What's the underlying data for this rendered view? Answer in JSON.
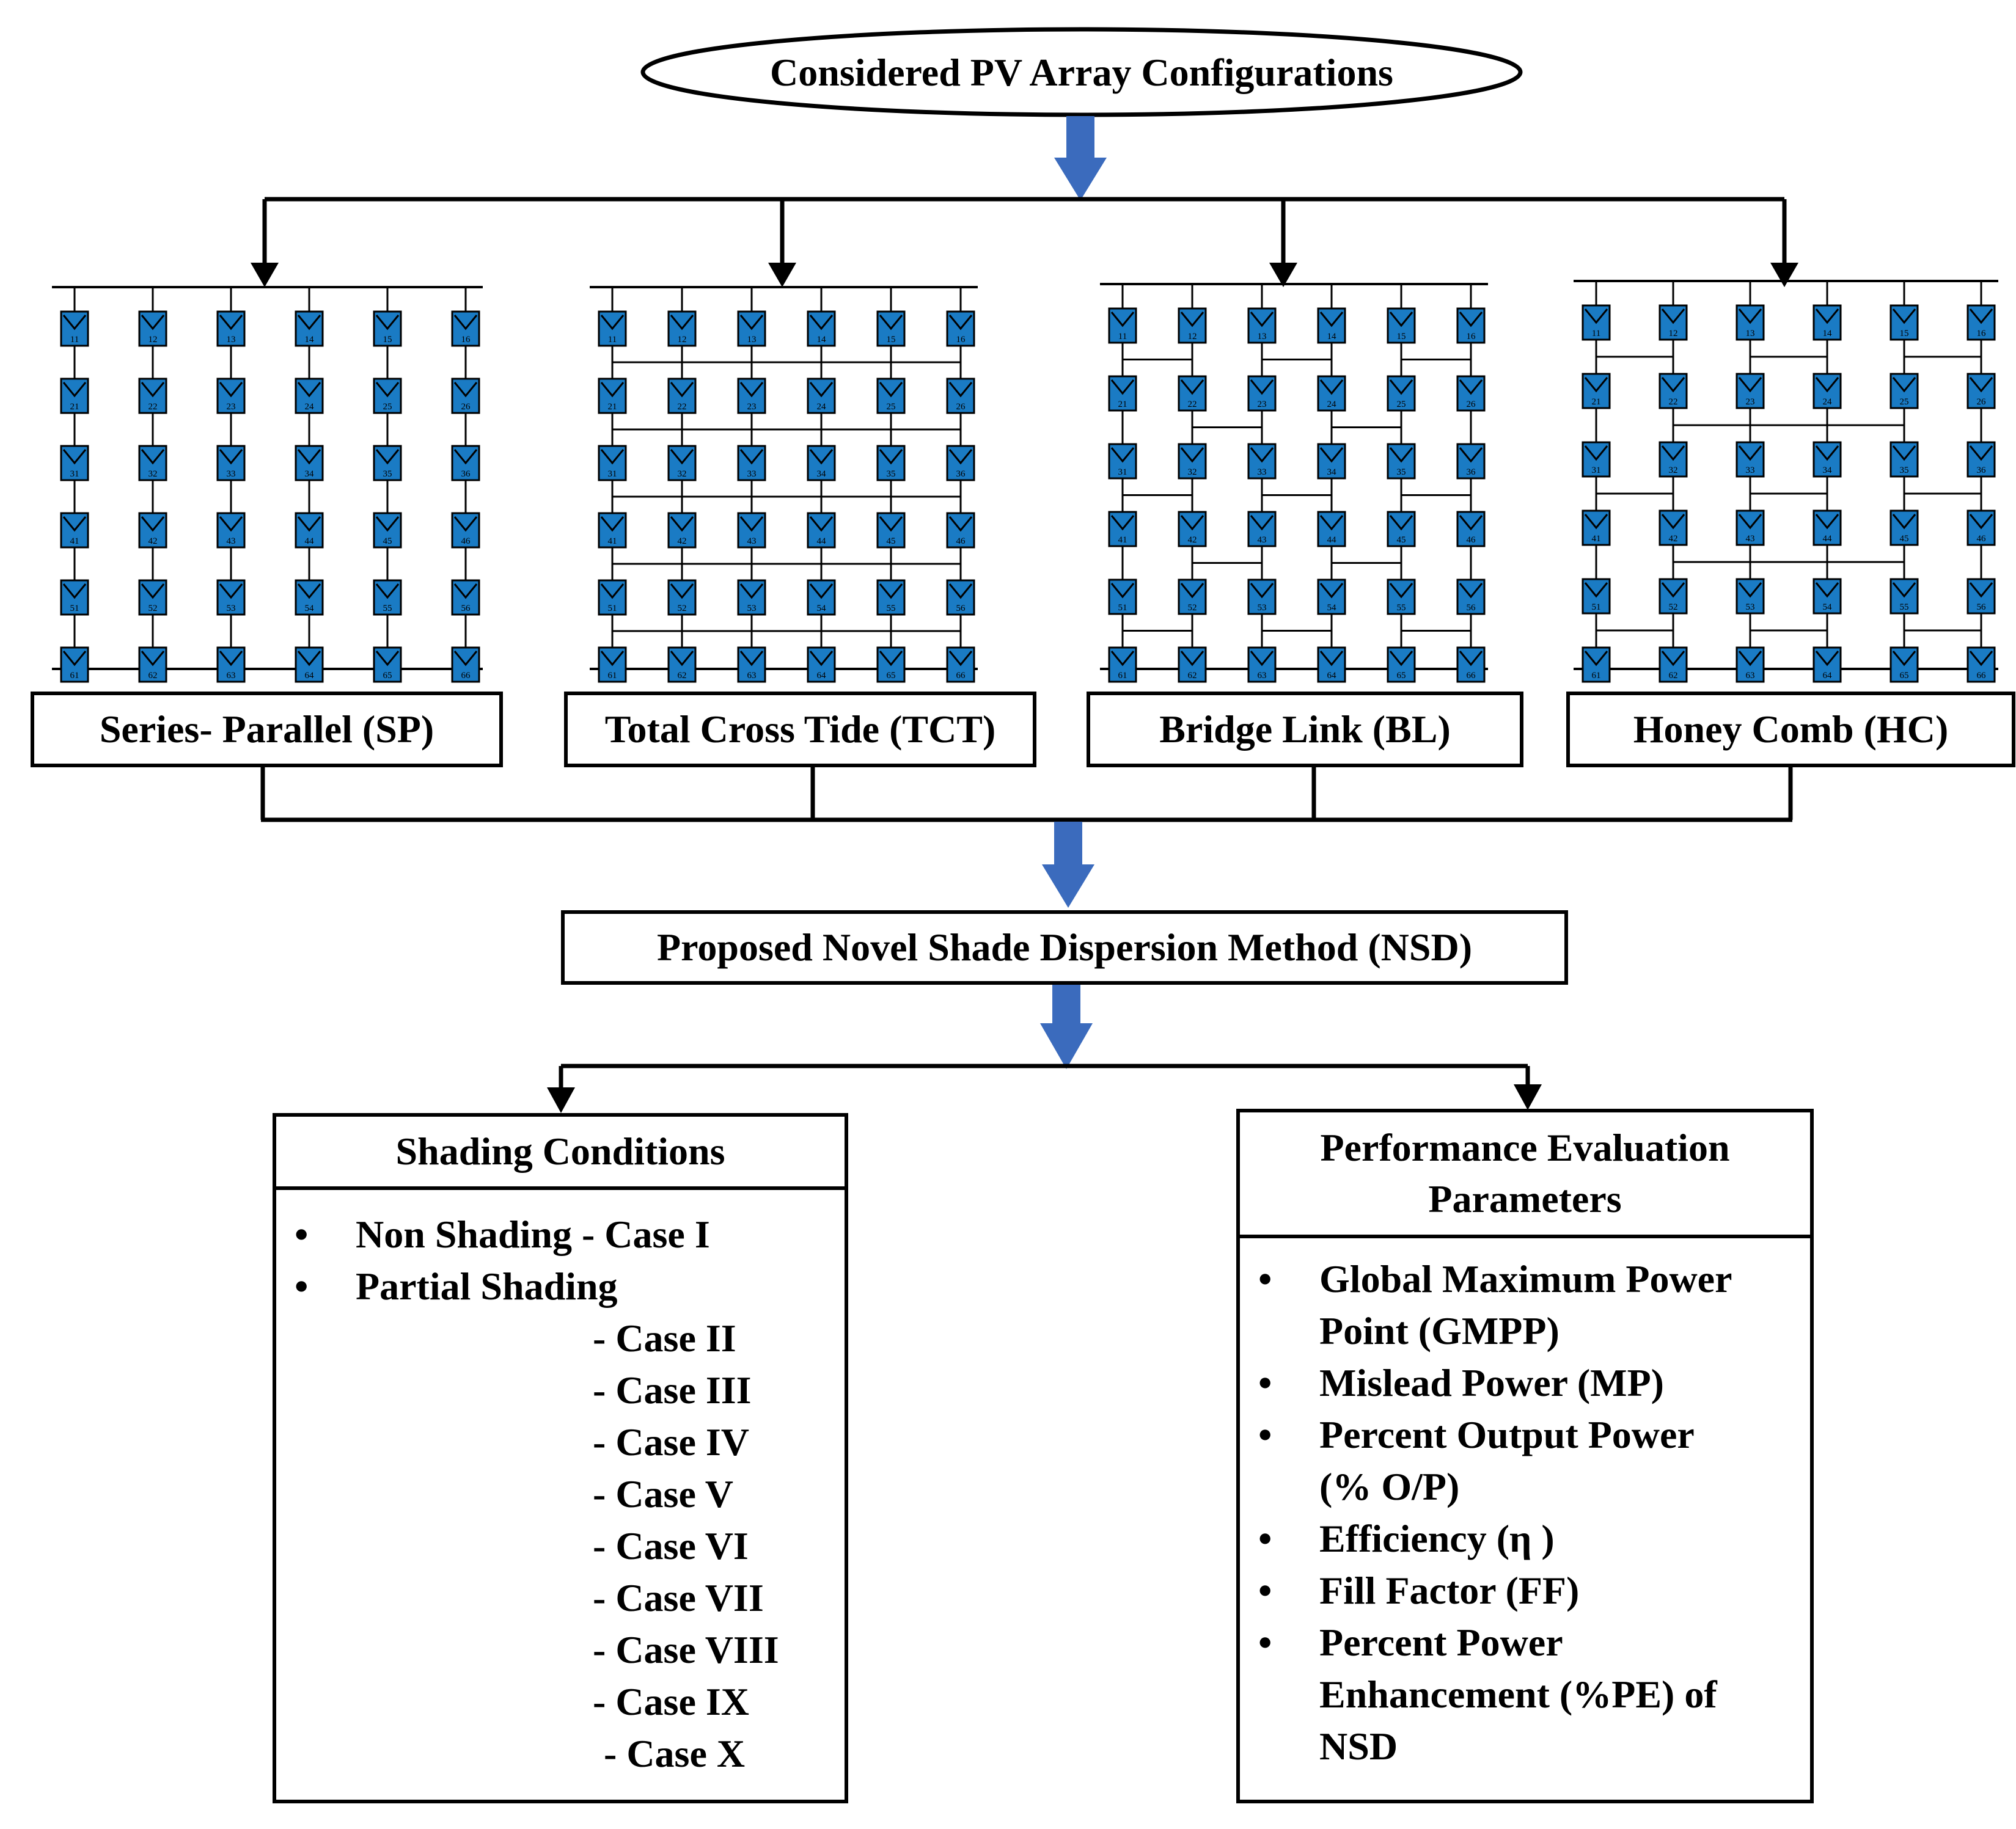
{
  "title": "Considered PV Array Configurations",
  "configurations": [
    {
      "name": "Series- Parallel (SP)",
      "type": "SP"
    },
    {
      "name": "Total Cross Tide (TCT)",
      "type": "TCT"
    },
    {
      "name": "Bridge Link (BL)",
      "type": "BL"
    },
    {
      "name": "Honey Comb (HC)",
      "type": "HC"
    }
  ],
  "module_labels": [
    [
      "11",
      "12",
      "13",
      "14",
      "15",
      "16"
    ],
    [
      "21",
      "22",
      "23",
      "24",
      "25",
      "26"
    ],
    [
      "31",
      "32",
      "33",
      "34",
      "35",
      "36"
    ],
    [
      "41",
      "42",
      "43",
      "44",
      "45",
      "46"
    ],
    [
      "51",
      "52",
      "53",
      "54",
      "55",
      "56"
    ],
    [
      "61",
      "62",
      "63",
      "64",
      "65",
      "66"
    ]
  ],
  "method": "Proposed Novel Shade Dispersion Method (NSD)",
  "shading": {
    "title": "Shading Conditions",
    "items": [
      {
        "label": "Non Shading - Case I"
      },
      {
        "label": "Partial Shading"
      }
    ],
    "cases": [
      "- Case II",
      "- Case III",
      "- Case IV",
      "- Case V",
      "- Case VI",
      "- Case VII",
      "- Case VIII",
      "- Case IX",
      "- Case X"
    ]
  },
  "performance": {
    "title_line1": "Performance Evaluation",
    "title_line2": "Parameters",
    "items": [
      {
        "lines": [
          "Global Maximum Power",
          "Point (GMPP)"
        ]
      },
      {
        "lines": [
          "Mislead Power (MP)"
        ]
      },
      {
        "lines": [
          "Percent Output Power",
          "(% O/P)"
        ]
      },
      {
        "lines": [
          "Efficiency (η )"
        ]
      },
      {
        "lines": [
          "Fill Factor (FF)"
        ]
      },
      {
        "lines": [
          "Percent Power",
          "Enhancement (%PE) of",
          "NSD"
        ]
      }
    ]
  },
  "colors": {
    "module_fill": "#1a7bc4",
    "arrow_fill": "#3b6bbd",
    "line": "#000000"
  }
}
